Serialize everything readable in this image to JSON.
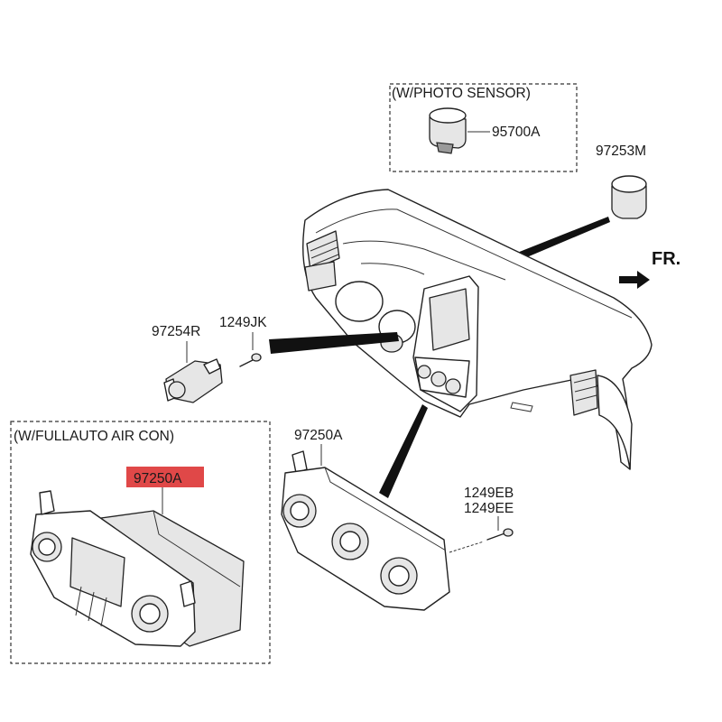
{
  "labels": {
    "photo_sensor_box": "(W/PHOTO SENSOR)",
    "photo_sensor_part": "95700A",
    "sensor_cap": "97253M",
    "front_marker": "FR.",
    "switch_assembly": "97254R",
    "screw_upper": "1249JK",
    "fullauto_box": "(W/FULLAUTO AIR CON)",
    "fullauto_control": "97250A",
    "manual_control": "97250A",
    "bolt_a": "1249EB",
    "bolt_b": "1249EE"
  },
  "colors": {
    "highlight": "#e04848",
    "line": "#222222"
  },
  "icons": {
    "front_arrow": "arrow-right-icon"
  }
}
